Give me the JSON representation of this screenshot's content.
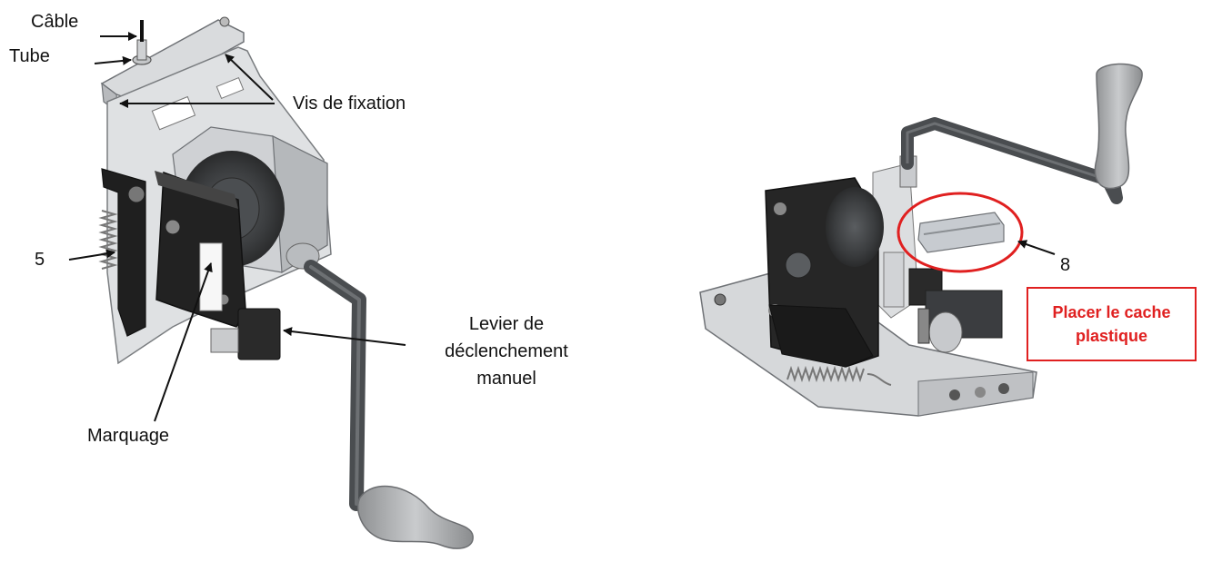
{
  "labels": {
    "cable": "Câble",
    "tube": "Tube",
    "fixing_screws": "Vis de fixation",
    "item_5": "5",
    "release_lever": "Levier de\ndéclenchement\nmanuel",
    "marking": "Marquage",
    "item_8": "8"
  },
  "note": {
    "text": "Placer le cache\nplastique"
  },
  "colors": {
    "metal": "#d4d6d8",
    "metal_dark": "#8d9094",
    "black_plate": "#1e1e1e",
    "crank": "#4a4d50",
    "handle": "#a9abad",
    "callout": "#e02020"
  }
}
